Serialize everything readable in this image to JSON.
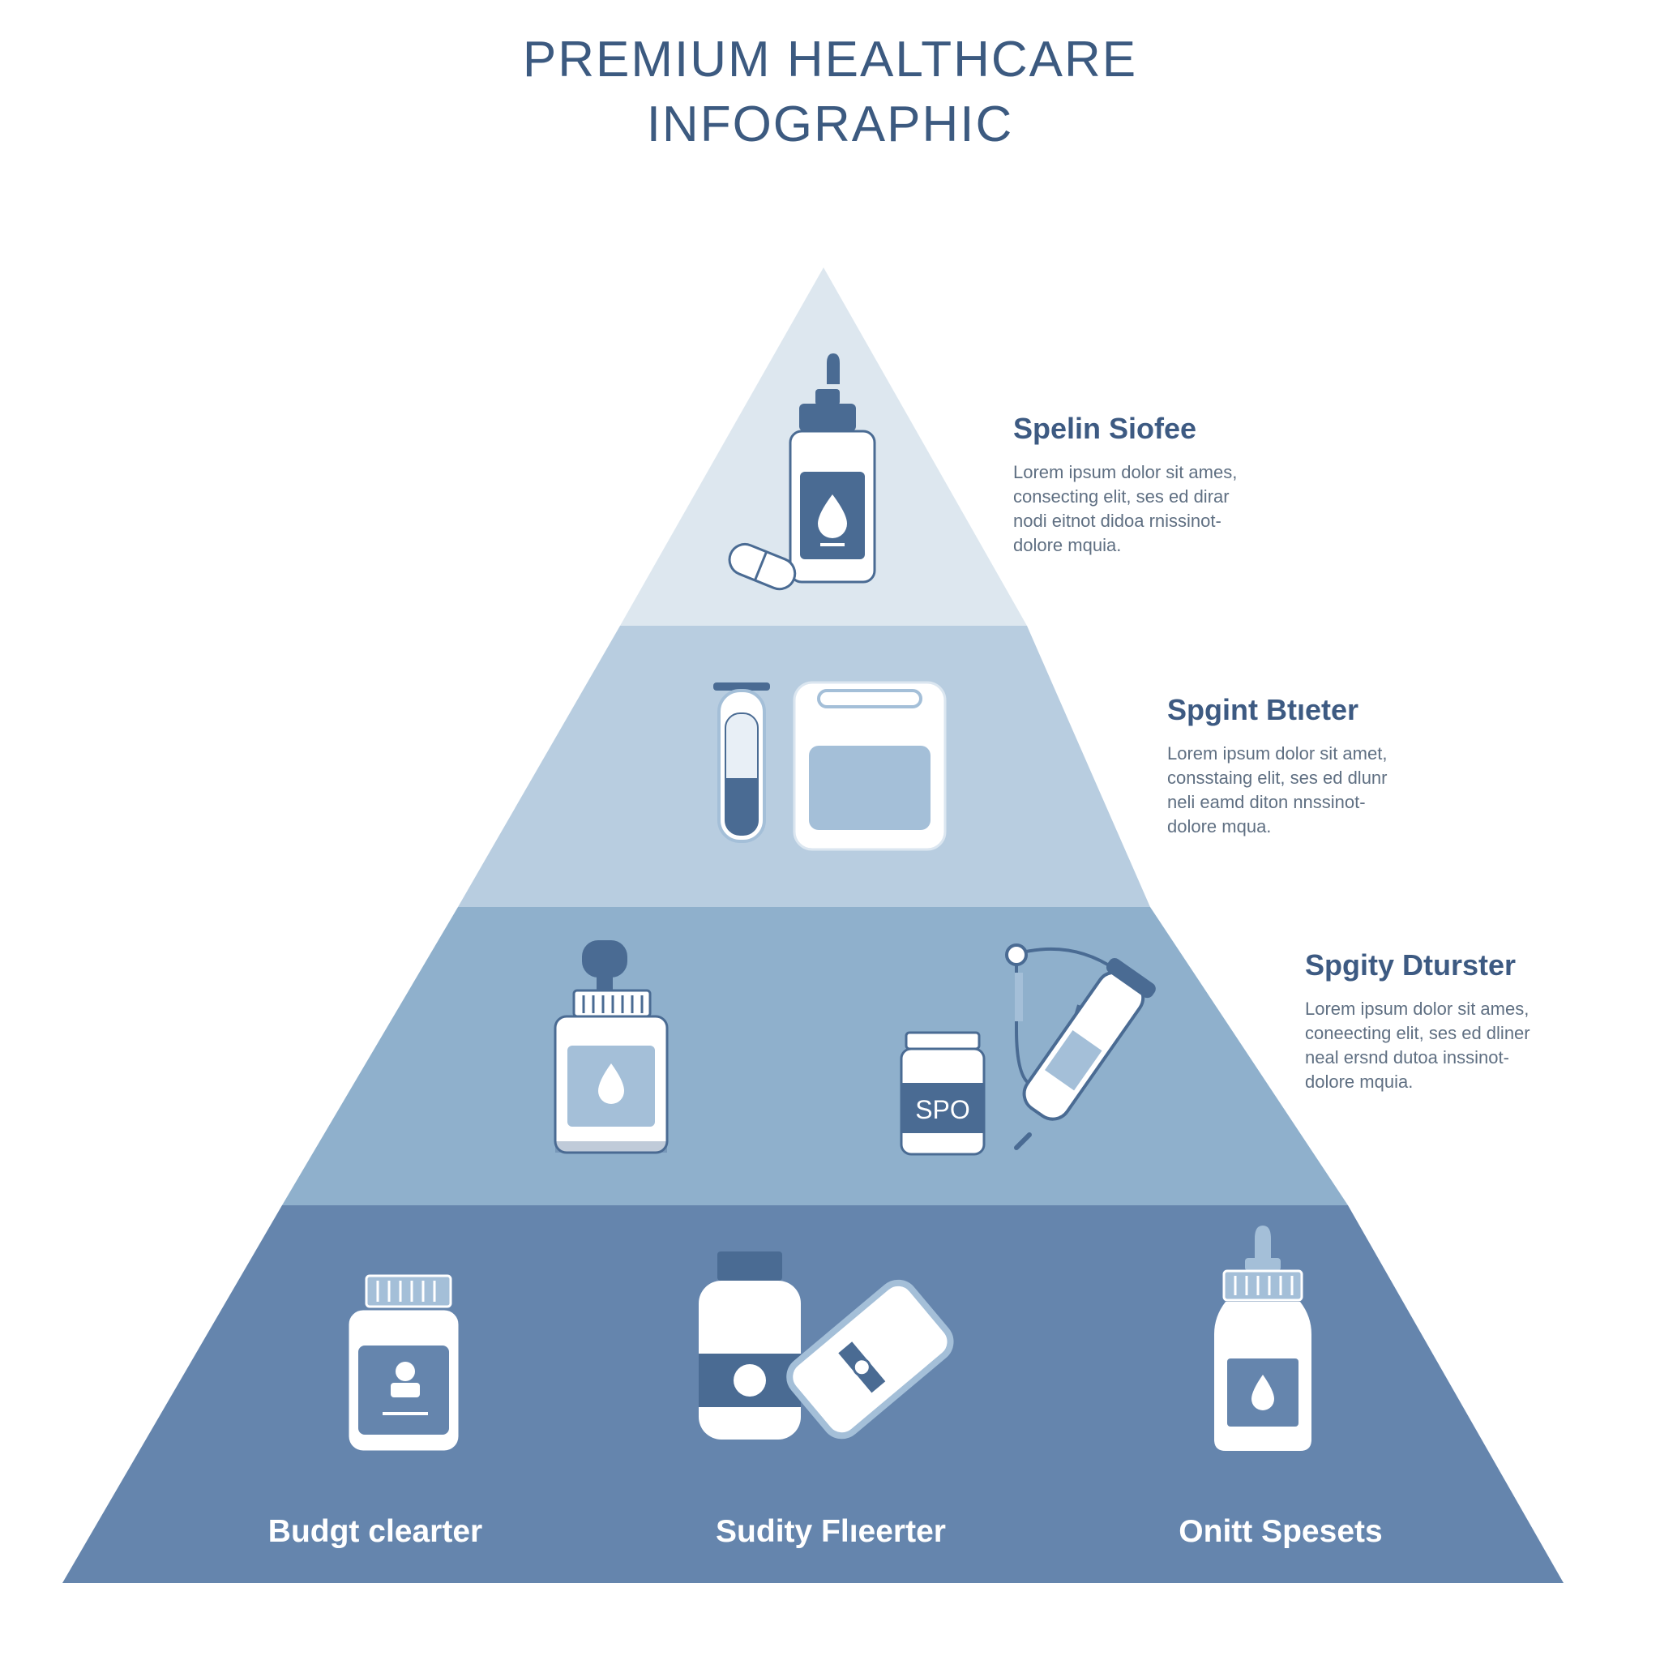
{
  "title": {
    "line1": "PREMIUM  HEALTHCARE",
    "line2": "INFOGRAPHIC"
  },
  "tiers": [
    {
      "heading": "Spelin Siofee",
      "body": "Lorem ipsum dolor sit ames,\nconsecting elit, ses ed dirar\nnodi eitnot didoa rnissinot-\ndolore mquia."
    },
    {
      "heading": "Spgint Btıeter",
      "body": "Lorem ipsum dolor sit amet,\nconsstaing elit, ses ed dlunr\nneli eamd diton nnssinot-\ndolore mqua."
    },
    {
      "heading": "Spgity Dturster",
      "body": "Lorem ipsum dolor sit ames,\nconeecting elit, ses ed dliner\nneal ersnd dutoa inssinot-\ndolore mquia."
    }
  ],
  "base_labels": [
    "Budgt clearter",
    "Sudity Flıeerter",
    "Onitt  Spesets"
  ],
  "jar_label": "SPO",
  "colors": {
    "title": "#3c5a80",
    "tier1": "#dde7ef",
    "tier2": "#b8cde0",
    "tier3": "#8fb0cc",
    "tier4": "#6585ad",
    "icon_dark": "#4a6b93",
    "icon_mid": "#a4bfd8",
    "icon_white": "#ffffff"
  },
  "icons": [
    "dropper-bottle-icon",
    "capsule-icon",
    "test-tube-icon",
    "medicine-box-icon",
    "pump-bottle-icon",
    "jar-icon",
    "stethoscope-icon",
    "pill-bottle-icon",
    "medicine-bottle-icon",
    "inhaler-icon",
    "dropper-bottle-icon"
  ]
}
